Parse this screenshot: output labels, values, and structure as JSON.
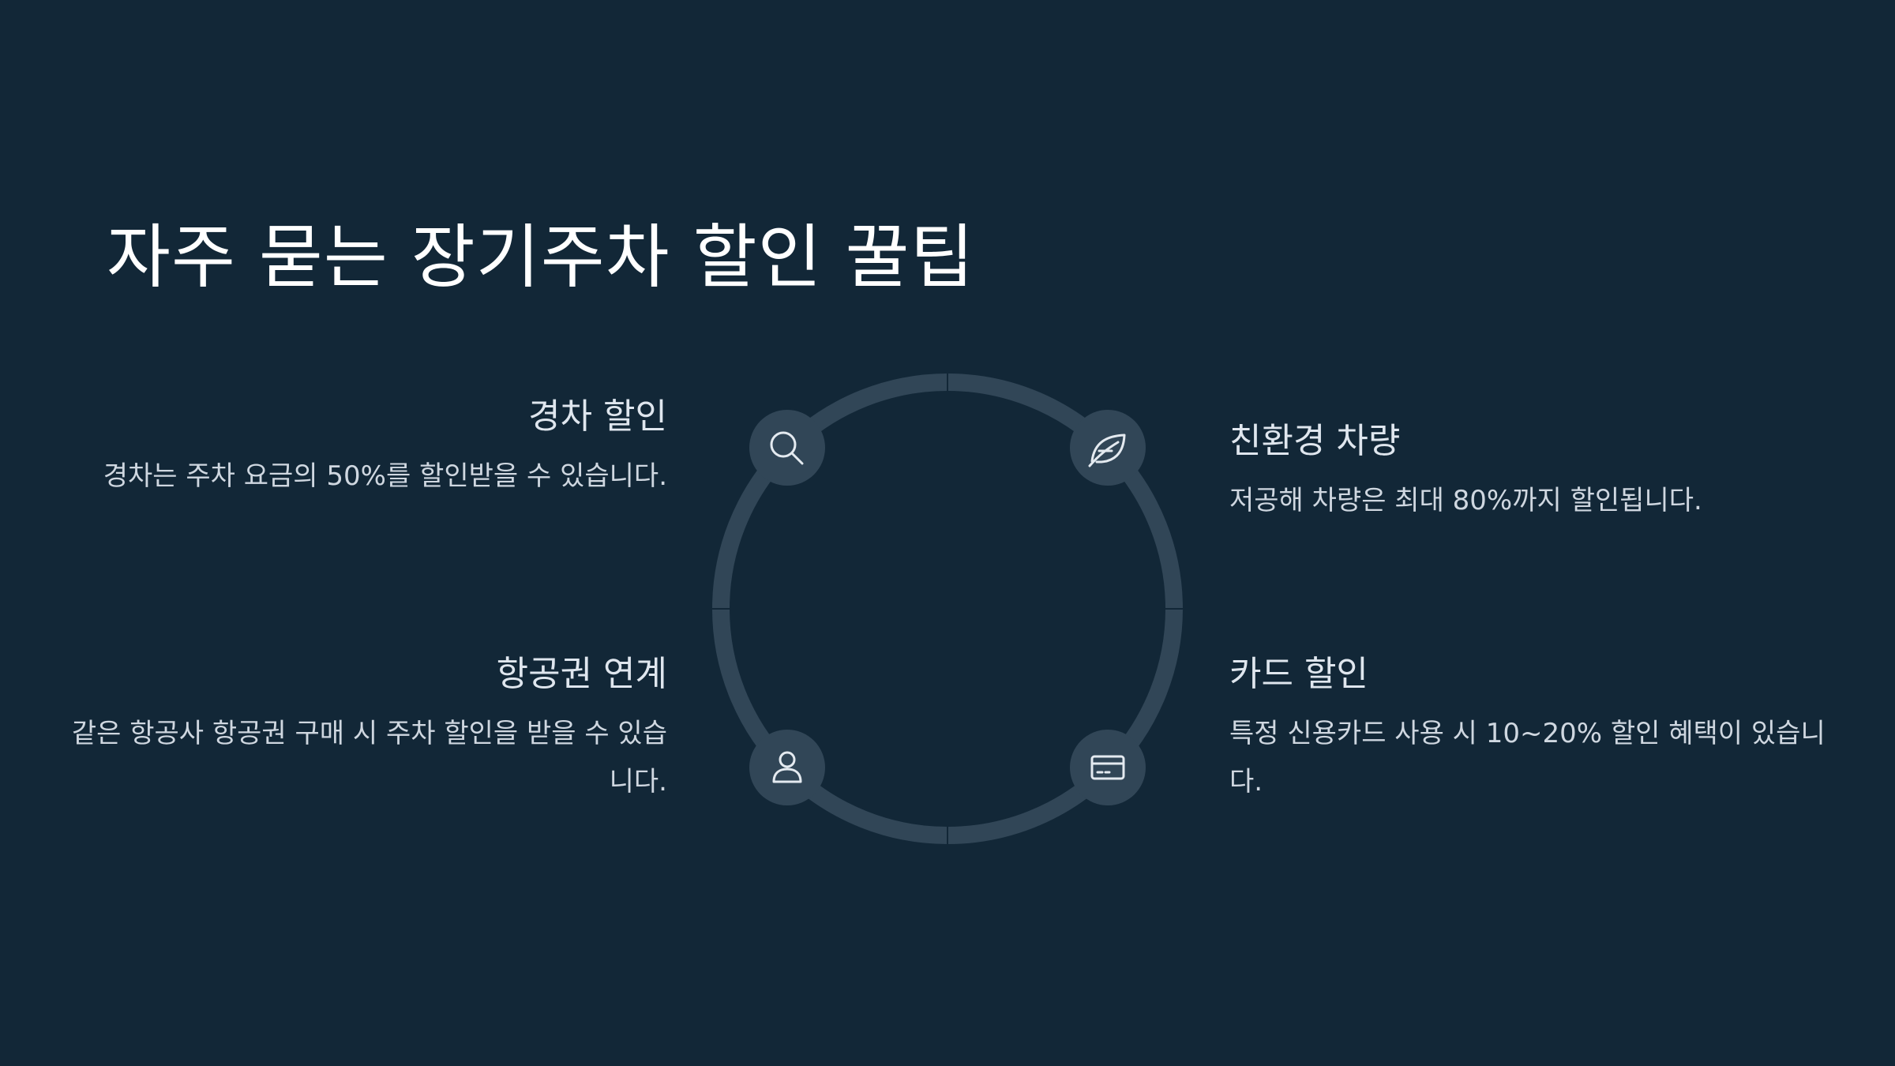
{
  "title": "자주 묻는 장기주차 할인 꿀팁",
  "colors": {
    "background": "#122737",
    "ring": "#314657",
    "title": "#ffffff",
    "text": "#cfd7e0"
  },
  "items": [
    {
      "id": "compact-car",
      "title": "경차 할인",
      "description": "경차는 주차 요금의 50%를 할인받을 수 있습니다.",
      "icon": "search-icon"
    },
    {
      "id": "eco-vehicle",
      "title": "친환경 차량",
      "description": "저공해 차량은 최대 80%까지 할인됩니다.",
      "icon": "leaf-icon"
    },
    {
      "id": "airline-ticket",
      "title": "항공권 연계",
      "description": "같은 항공사 항공권 구매 시 주차 할인을 받을 수 있습니다.",
      "icon": "user-icon"
    },
    {
      "id": "card-discount",
      "title": "카드 할인",
      "description": "특정 신용카드 사용 시 10~20% 할인 혜택이 있습니다.",
      "icon": "credit-card-icon"
    }
  ]
}
